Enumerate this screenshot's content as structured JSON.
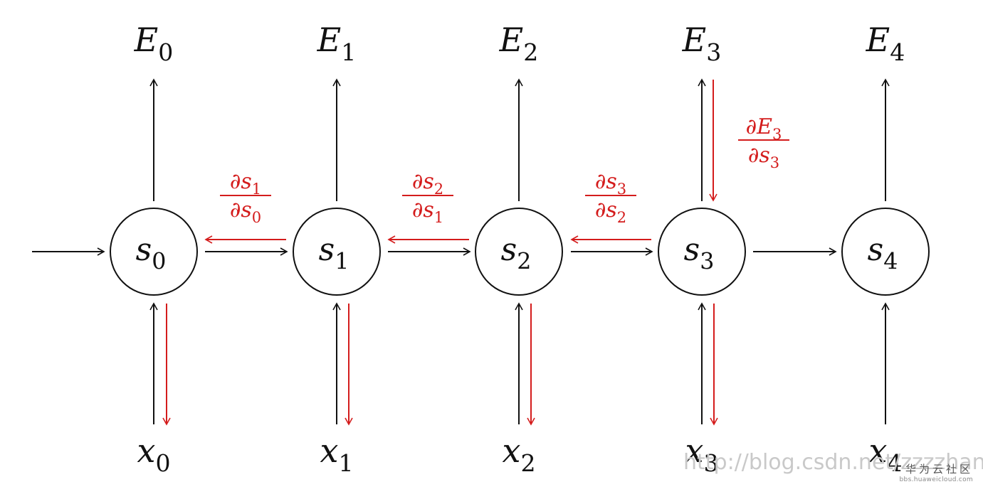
{
  "diagram": {
    "states": [
      {
        "base": "s",
        "sub": "0"
      },
      {
        "base": "s",
        "sub": "1"
      },
      {
        "base": "s",
        "sub": "2"
      },
      {
        "base": "s",
        "sub": "3"
      },
      {
        "base": "s",
        "sub": "4"
      }
    ],
    "errors": [
      {
        "base": "E",
        "sub": "0"
      },
      {
        "base": "E",
        "sub": "1"
      },
      {
        "base": "E",
        "sub": "2"
      },
      {
        "base": "E",
        "sub": "3"
      },
      {
        "base": "E",
        "sub": "4"
      }
    ],
    "inputs": [
      {
        "base": "x",
        "sub": "0"
      },
      {
        "base": "x",
        "sub": "1"
      },
      {
        "base": "x",
        "sub": "2"
      },
      {
        "base": "x",
        "sub": "3"
      },
      {
        "base": "x",
        "sub": "4"
      }
    ],
    "gradients": [
      {
        "num_sym": "∂s",
        "num_sub": "1",
        "den_sym": "∂s",
        "den_sub": "0"
      },
      {
        "num_sym": "∂s",
        "num_sub": "2",
        "den_sym": "∂s",
        "den_sub": "1"
      },
      {
        "num_sym": "∂s",
        "num_sub": "3",
        "den_sym": "∂s",
        "den_sub": "2"
      }
    ],
    "error_gradient": {
      "num_sym": "∂E",
      "num_sub": "3",
      "den_sym": "∂s",
      "den_sub": "3"
    },
    "colors": {
      "line": "#111111",
      "gradient": "#d41c1c"
    }
  },
  "watermark": {
    "text": "http://blog.csdn.net/zzzzhang"
  },
  "brand": {
    "name": "华为云社区",
    "url": "bbs.huaweicloud.com"
  }
}
